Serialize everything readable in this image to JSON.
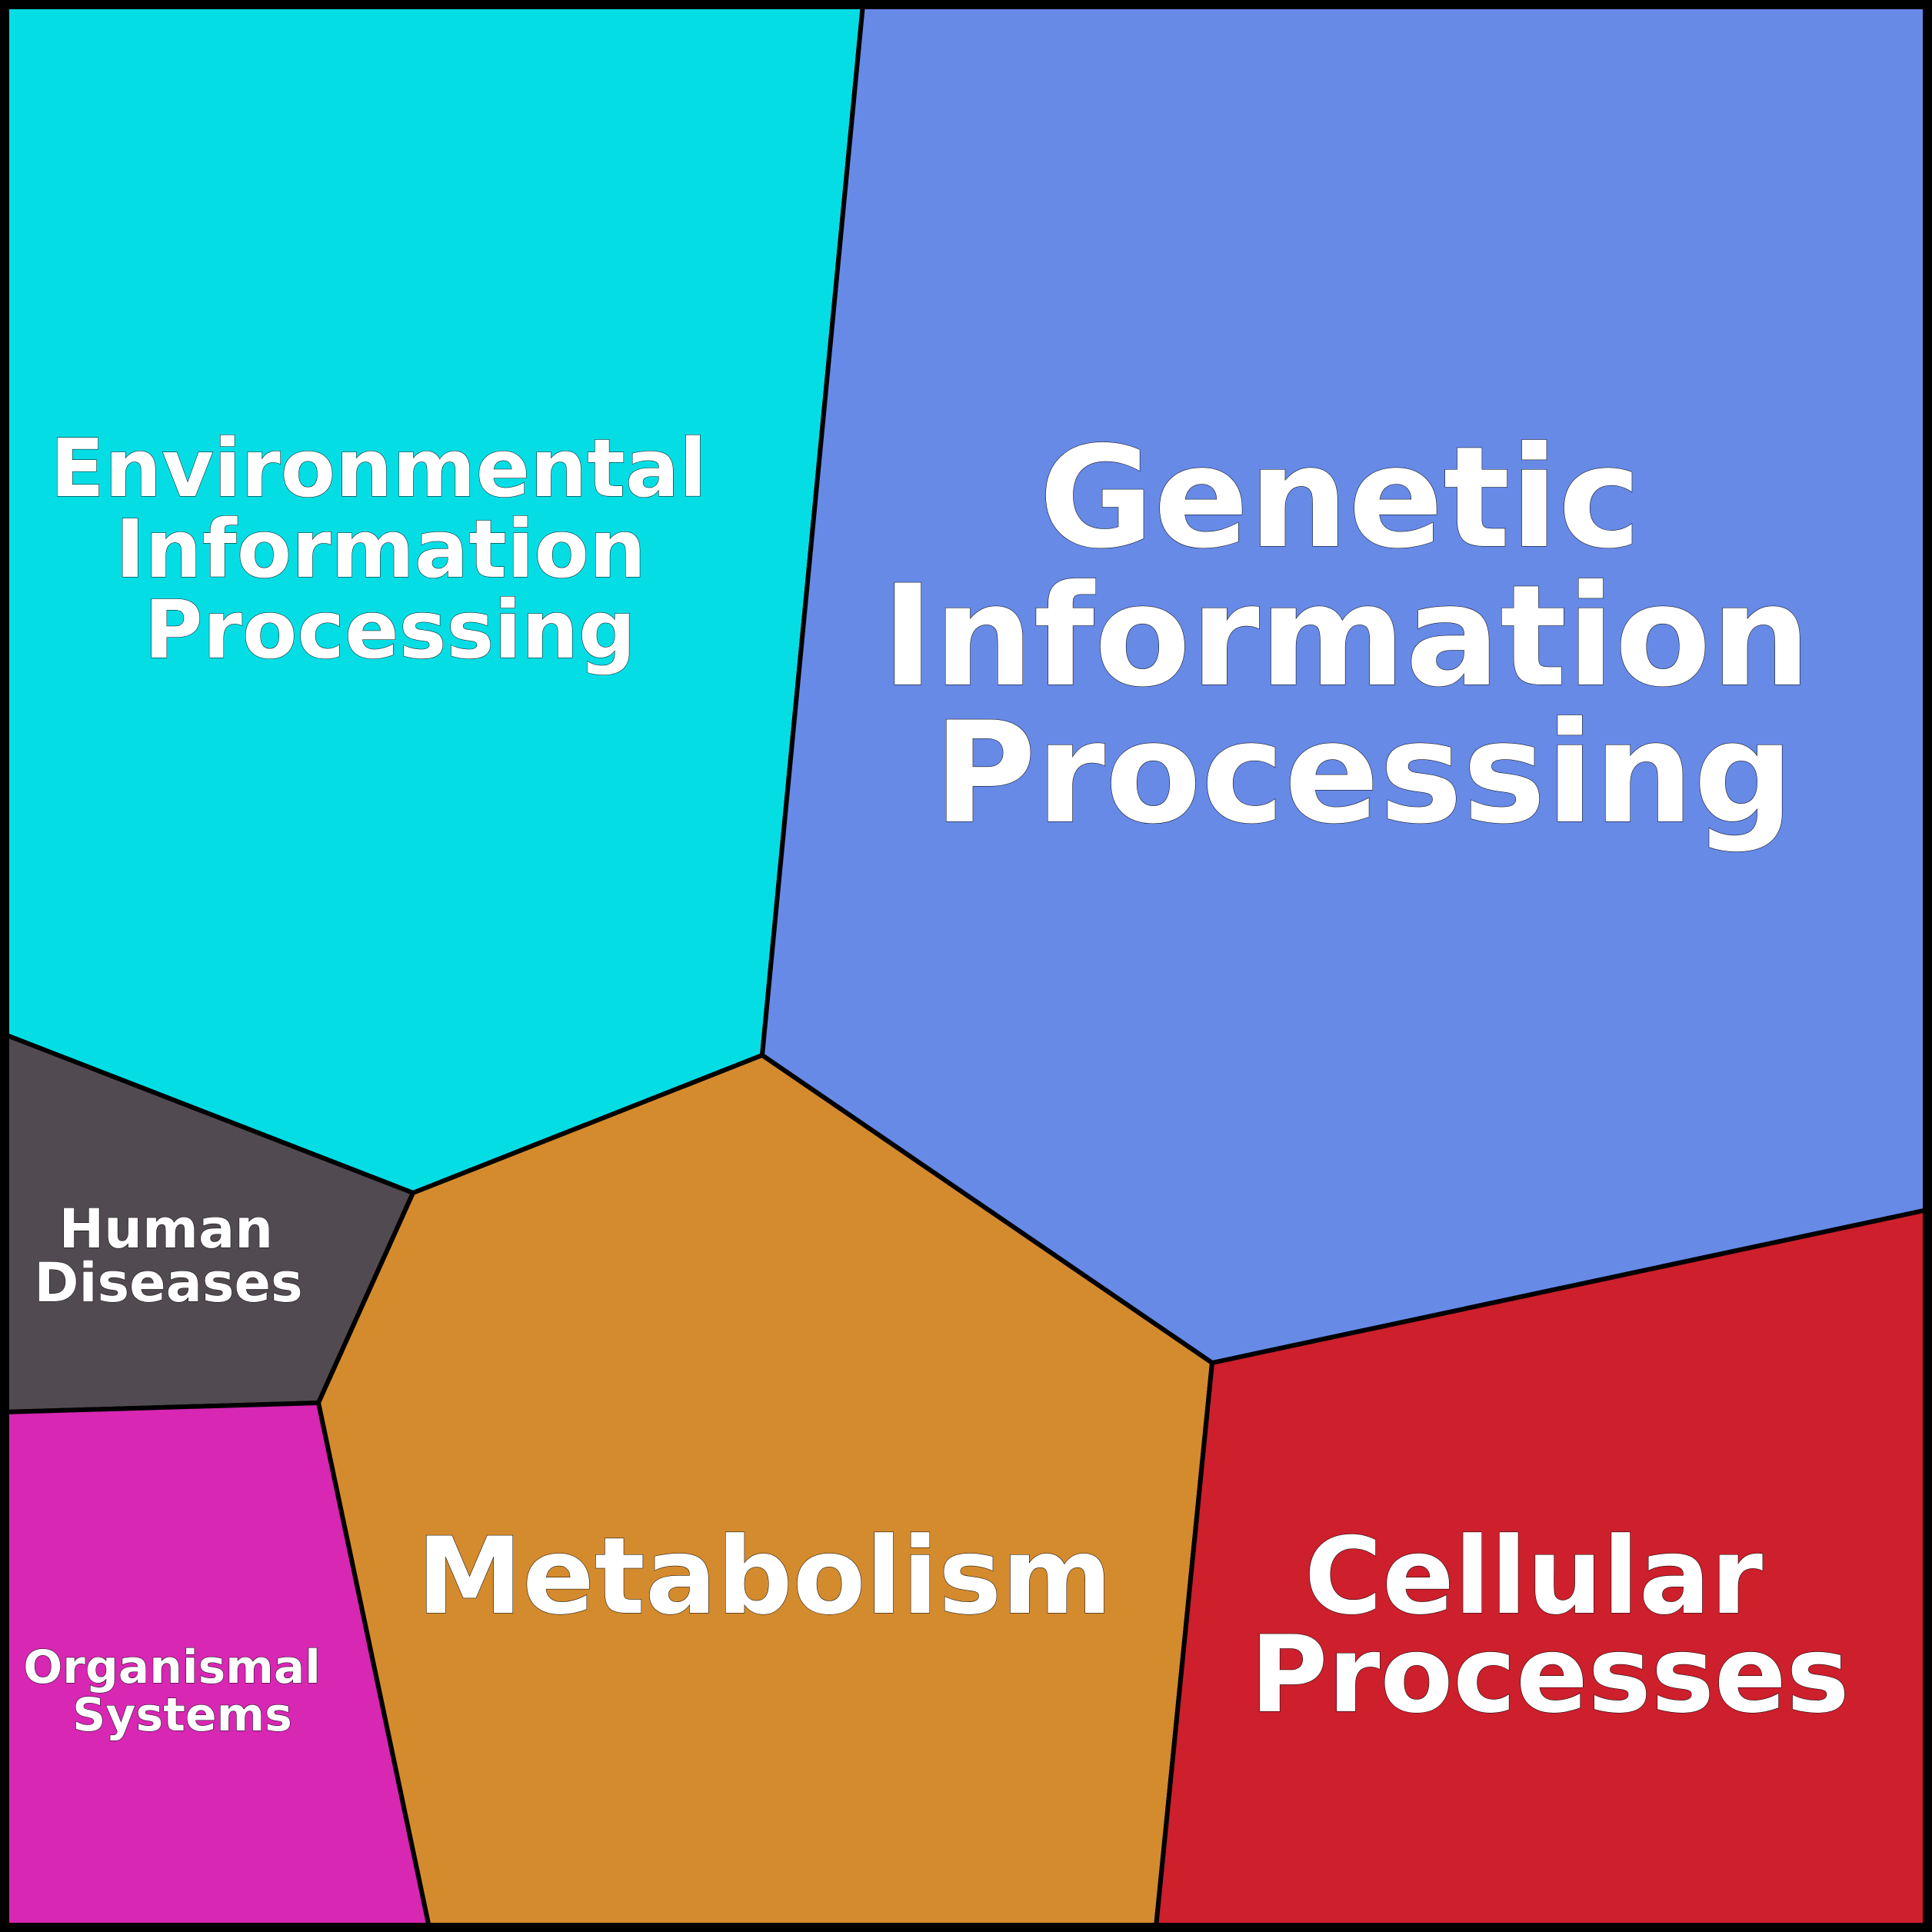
{
  "regions": [
    {
      "id": "environmental",
      "lines": [
        "Environmental",
        "Information",
        "Processing"
      ],
      "color": "#05dde5"
    },
    {
      "id": "genetic",
      "lines": [
        "Genetic",
        "Information",
        "Processing"
      ],
      "color": "#678ae7"
    },
    {
      "id": "human",
      "lines": [
        "Human",
        "Diseases"
      ],
      "color": "#524a51"
    },
    {
      "id": "metabolism",
      "lines": [
        "Metabolism"
      ],
      "color": "#d48b2e"
    },
    {
      "id": "organismal",
      "lines": [
        "Organismal",
        "Systems"
      ],
      "color": "#d727b3"
    },
    {
      "id": "cellular",
      "lines": [
        "Cellular",
        "Processes"
      ],
      "color": "#cd1f2c"
    }
  ]
}
